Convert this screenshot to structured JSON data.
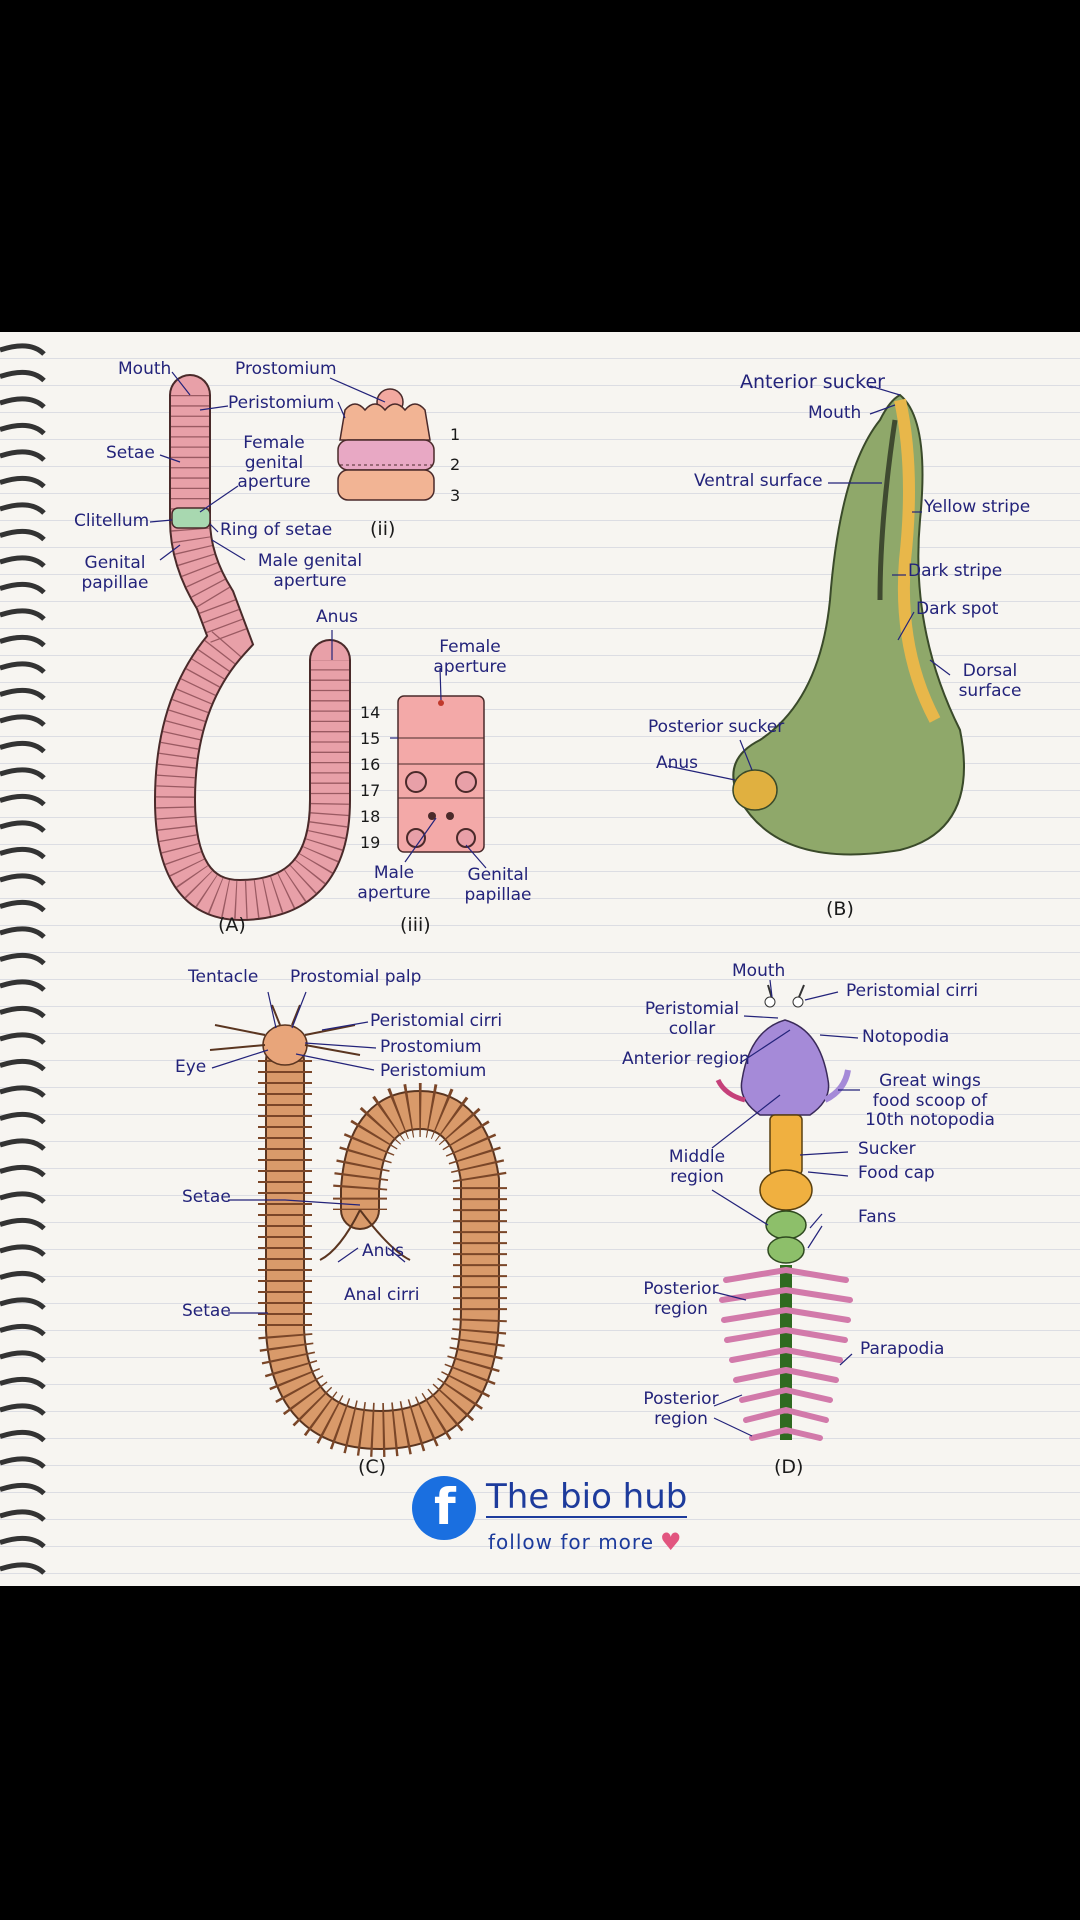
{
  "figures": {
    "a": {
      "caption": "(A)",
      "labels": {
        "mouth": "Mouth",
        "prostomium": "Prostomium",
        "peristomium": "Peristomium",
        "setae": "Setae",
        "female_genital_aperture": "Female genital aperture",
        "clitellum": "Clitellum",
        "ring_of_setae": "Ring of setae",
        "genital_papillae": "Genital papillae",
        "male_genital_aperture": "Male genital aperture",
        "anus": "Anus"
      },
      "inset_ii": {
        "caption": "(ii)",
        "segments": [
          "1",
          "2",
          "3"
        ]
      },
      "inset_iii": {
        "caption": "(iii)",
        "segments": [
          "14",
          "15",
          "16",
          "17",
          "18",
          "19"
        ],
        "female_aperture": "Female aperture",
        "male_aperture": "Male aperture",
        "genital_papillae": "Genital papillae"
      }
    },
    "b": {
      "caption": "(B)",
      "labels": {
        "anterior_sucker": "Anterior sucker",
        "mouth": "Mouth",
        "ventral_surface": "Ventral surface",
        "yellow_stripe": "Yellow stripe",
        "dark_stripe": "Dark stripe",
        "dark_spot": "Dark spot",
        "dorsal_surface": "Dorsal surface",
        "posterior_sucker": "Posterior sucker",
        "anus": "Anus"
      }
    },
    "c": {
      "caption": "(C)",
      "labels": {
        "tentacle": "Tentacle",
        "prostomial_palp": "Prostomial palp",
        "peristomial_cirri": "Peristomial cirri",
        "prostomium": "Prostomium",
        "eye": "Eye",
        "peristomium": "Peristomium",
        "setae_1": "Setae",
        "setae_2": "Setae",
        "anus": "Anus",
        "anal_cirri": "Anal cirri"
      }
    },
    "d": {
      "caption": "(D)",
      "labels": {
        "mouth": "Mouth",
        "peristomial_cirri": "Peristomial cirri",
        "peristomial_collar": "Peristomial collar",
        "notopodia": "Notopodia",
        "anterior_region": "Anterior region",
        "great_wings": "Great wings food scoop of 10th notopodia",
        "middle_region": "Middle region",
        "sucker": "Sucker",
        "food_cap": "Food cap",
        "fans": "Fans",
        "posterior_region_1": "Posterior region",
        "parapodia": "Parapodia",
        "posterior_region_2": "Posterior region"
      }
    }
  },
  "brand": {
    "icon": "facebook-icon",
    "title": "The bio hub",
    "subtitle": "follow for more",
    "heart_icon": "heart-icon"
  },
  "colors": {
    "ink": "#23237a",
    "earthworm": "#e8a0a8",
    "clitellum": "#a8d8b0",
    "leech": "#8fa86a",
    "leech_stripe": "#e8b74a",
    "nereis": "#d99a6a",
    "chaetopterus_purple": "#a58ad8",
    "chaetopterus_orange": "#f0b040",
    "chaetopterus_green": "#8dbf6a",
    "brand": "#1d3b9c"
  }
}
